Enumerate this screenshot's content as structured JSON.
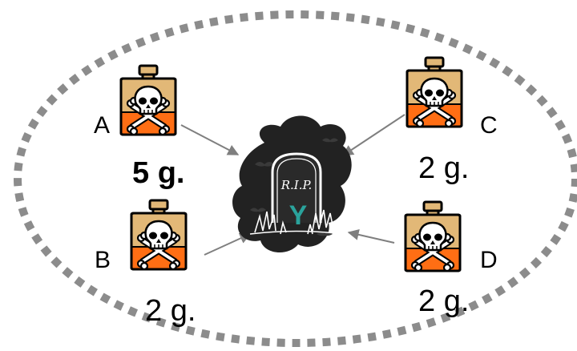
{
  "colors": {
    "bottle_top": "#e2b877",
    "bottle_bottom": "#ff6e14",
    "outline": "#000000",
    "arrow": "#7f7f7f",
    "dotted_ellipse": "#8c8c8c",
    "cloud": "#222222",
    "y_accent": "#2aa39c"
  },
  "tombstone": {
    "inscription": "R.I.P.",
    "letter": "Y"
  },
  "bottles": [
    {
      "label": "A",
      "weight": "5 g.",
      "bold": true,
      "icon": "poison-bottle-icon"
    },
    {
      "label": "B",
      "weight": "2 g.",
      "bold": false,
      "icon": "poison-bottle-icon"
    },
    {
      "label": "C",
      "weight": "2 g.",
      "bold": false,
      "icon": "poison-bottle-icon"
    },
    {
      "label": "D",
      "weight": "2 g.",
      "bold": false,
      "icon": "poison-bottle-icon"
    }
  ]
}
